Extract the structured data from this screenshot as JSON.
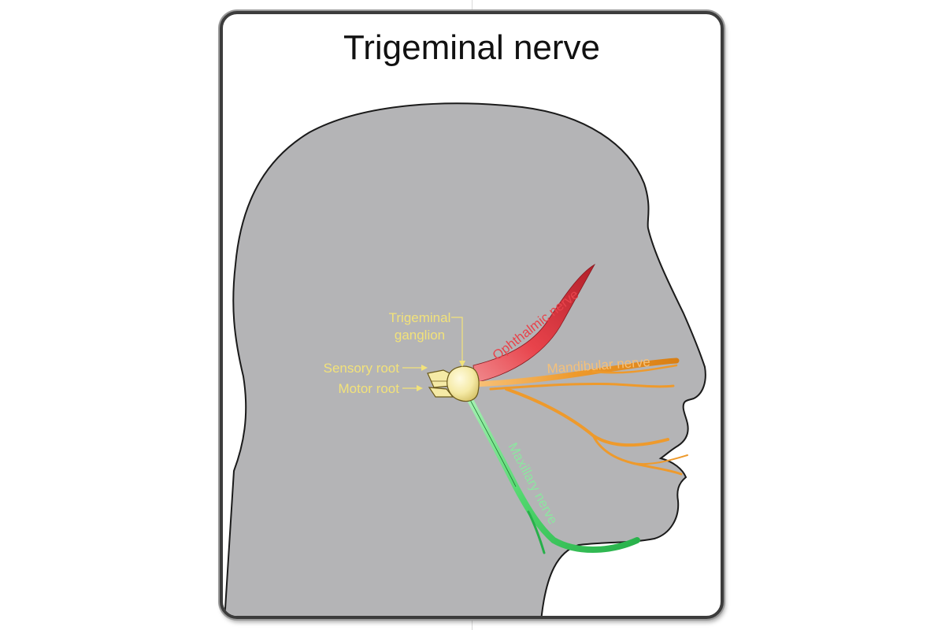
{
  "title": "Trigeminal nerve",
  "labels": {
    "trigeminal_ganglion_line1": "Trigeminal",
    "trigeminal_ganglion_line2": "ganglion",
    "sensory_root": "Sensory root",
    "motor_root": "Motor root",
    "ophthalmic_nerve": "Ophthalmic nerve",
    "mandibular_nerve": "Mandibular nerve",
    "maxillary_nerve": "Maxillary nerve"
  },
  "colors": {
    "head_fill": "#b4b4b6",
    "head_outline": "#1a1a1a",
    "label_yellow": "#f2e27a",
    "ophthalmic": "#e8434b",
    "ophthalmic_label": "#e8434b",
    "mandibular": "#ee9a2c",
    "mandibular_label": "#f4c07a",
    "maxillary": "#4fd66c",
    "maxillary_label": "#8de6a0",
    "ganglion": "#f5eaa6"
  }
}
